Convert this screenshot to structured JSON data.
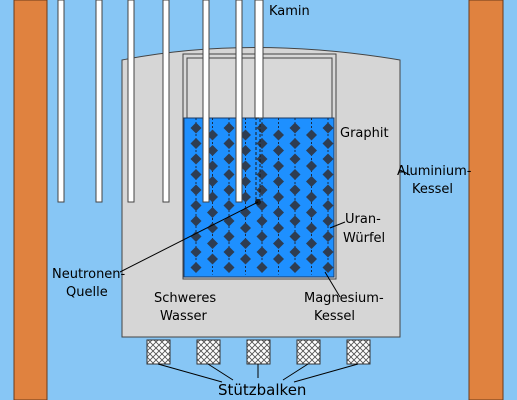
{
  "colors": {
    "background": "#87c6f5",
    "wall": "#e0823f",
    "vessel": "#d6d6d6",
    "water": "#1e90ff",
    "cube": "#2e3d52",
    "outline": "#444444"
  },
  "labels": {
    "kamin": "Kamin",
    "graphit": "Graphit",
    "aluminium_1": "Aluminium-",
    "aluminium_2": "Kessel",
    "uran_1": "Uran-",
    "uran_2": "Würfel",
    "neutronen_1": "Neutronen-",
    "neutronen_2": "Quelle",
    "schweres_1": "Schweres",
    "schweres_2": "Wasser",
    "magnesium_1": "Magnesium-",
    "magnesium_2": "Kessel",
    "stuetz": "Stützbalken"
  },
  "structure": {
    "uranium_chains": 9,
    "uranium_cubes_per_chain": 10,
    "support_beams": 5
  }
}
